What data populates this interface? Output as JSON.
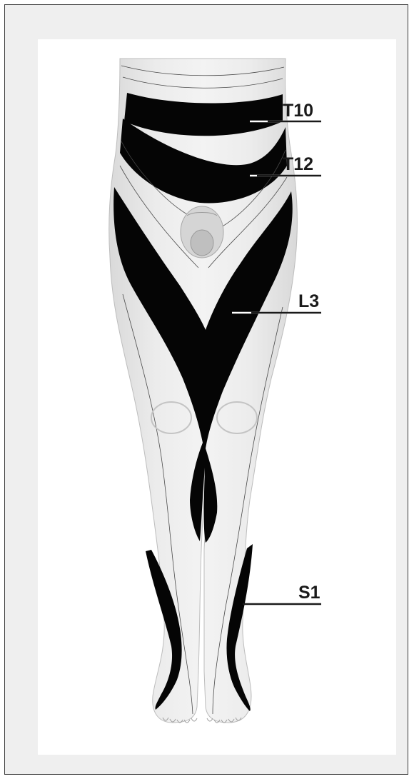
{
  "diagram": {
    "labels": [
      {
        "id": "t10",
        "text": "T10"
      },
      {
        "id": "t12",
        "text": "T12"
      },
      {
        "id": "l3",
        "text": "L3"
      },
      {
        "id": "s1",
        "text": "S1"
      }
    ]
  },
  "colors": {
    "frame_bg": "#efefef",
    "panel_bg": "#ffffff",
    "skin": "#e9e9e9",
    "skin_shade": "#d8d8d8",
    "dermatome_band": "#050505",
    "outline": "#4a4a4a"
  }
}
